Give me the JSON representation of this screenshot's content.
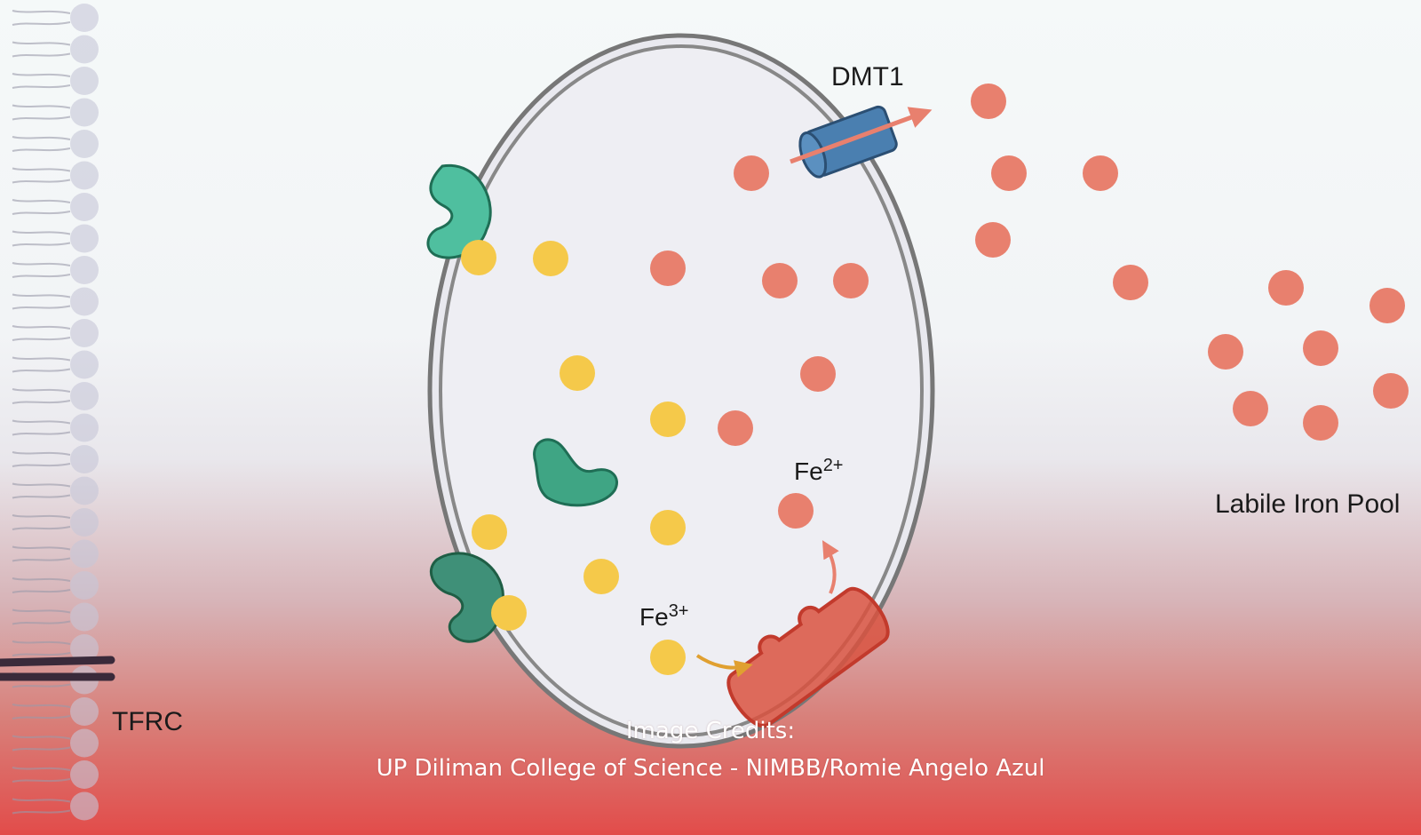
{
  "labels": {
    "dmt1": "DMT1",
    "fe2": "Fe",
    "fe2_sup": "2+",
    "fe3": "Fe",
    "fe3_sup": "3+",
    "labile_pool": "Labile Iron Pool",
    "tfrc": "TFRC"
  },
  "credits": {
    "line1": "Image Credits:",
    "line2": "UP Diliman College of Science - NIMBB/Romie Angelo Azul"
  },
  "colors": {
    "ferrous_iron": "#e8806e",
    "ferric_iron": "#f5c94a",
    "transferrin": "#4fbf9f",
    "dmt1": "#4a7fb0",
    "steap3": "#d9523f",
    "membrane": "#777777",
    "bottom_fade": "#e24c4a"
  }
}
